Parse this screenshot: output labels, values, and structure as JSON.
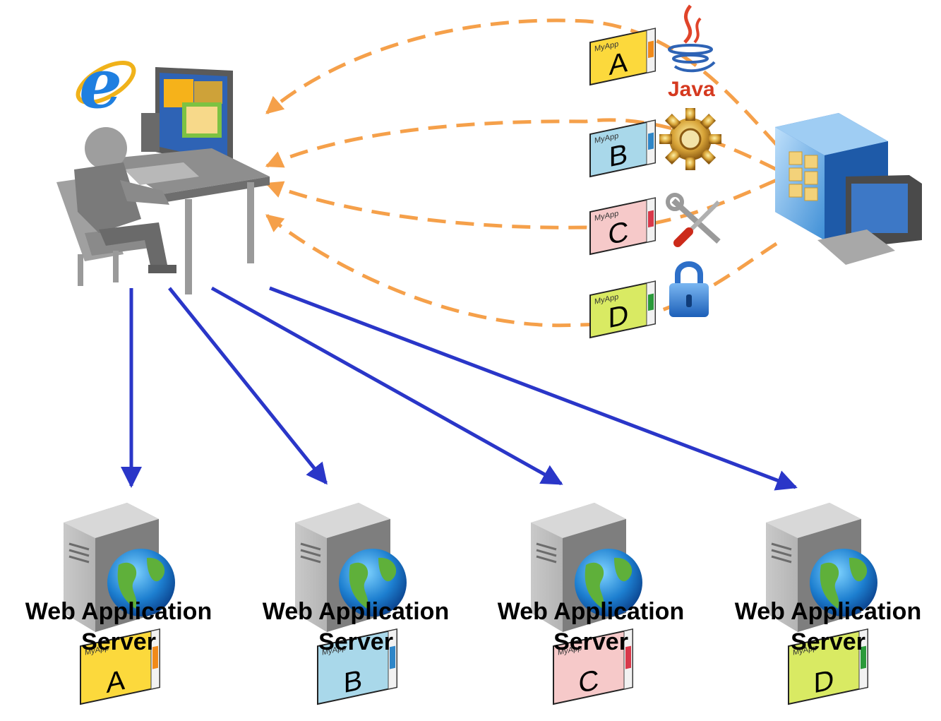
{
  "colors": {
    "dashed_flow": "#f5a04a",
    "request_arrow": "#2a36c8",
    "app_a": "#fcd93c",
    "app_b": "#a9d8ea",
    "app_c": "#f6c9c9",
    "app_d": "#d9ea63"
  },
  "java_label": "Java",
  "top_apps": [
    {
      "name": "MyApp",
      "letter": "A"
    },
    {
      "name": "MyApp",
      "letter": "B"
    },
    {
      "name": "MyApp",
      "letter": "C"
    },
    {
      "name": "MyApp",
      "letter": "D"
    }
  ],
  "top_app_icons": [
    "java-icon",
    "gear-icon",
    "tools-icon",
    "lock-icon"
  ],
  "servers": [
    {
      "label_line1": "Web Application",
      "label_line2": "Server",
      "app_name": "MyApp",
      "app_letter": "A"
    },
    {
      "label_line1": "Web Application",
      "label_line2": "Server",
      "app_name": "MyApp",
      "app_letter": "B"
    },
    {
      "label_line1": "Web Application",
      "label_line2": "Server",
      "app_name": "MyApp",
      "app_letter": "C"
    },
    {
      "label_line1": "Web Application",
      "label_line2": "Server",
      "app_name": "MyApp",
      "app_letter": "D"
    }
  ]
}
